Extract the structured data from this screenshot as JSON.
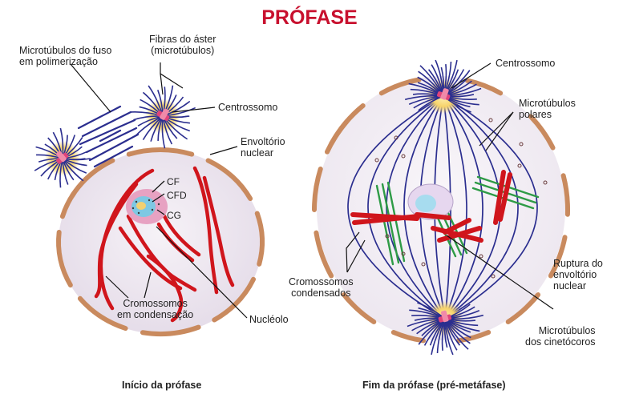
{
  "title": "PRÓFASE",
  "left_panel": {
    "caption": "Início da prófase",
    "labels": {
      "spindle_mt_line1": "Microtúbulos do fuso",
      "spindle_mt_line2": "em polimerização",
      "aster_line1": "Fibras do áster",
      "aster_line2": "(microtúbulos)",
      "centrosome": "Centrossomo",
      "envelope_line1": "Envoltório",
      "envelope_line2": "nuclear",
      "cf": "CF",
      "cfd": "CFD",
      "cg": "CG",
      "chrom_line1": "Cromossomos",
      "chrom_line2": "em condensação",
      "nucleolus": "Nucléolo"
    }
  },
  "right_panel": {
    "caption": "Fim da prófase (pré-metáfase)",
    "labels": {
      "centrosome": "Centrossomo",
      "polar_line1": "Microtúbulos",
      "polar_line2": "polares",
      "rupture_line1": "Ruptura do",
      "rupture_line2": "envoltório",
      "rupture_line3": "nuclear",
      "chrom_line1": "Cromossomos",
      "chrom_line2": "condensados",
      "kinet_line1": "Microtúbulos",
      "kinet_line2": "dos cinetócoros"
    }
  },
  "colors": {
    "title": "#c8102e",
    "microtubule": "#2b2e8f",
    "chromosome": "#d0151c",
    "envelope": "#c98a5e",
    "centrosome_glow": "#f6d36b",
    "centriole": "#e0447a",
    "kinetochore_mt": "#2e9b46",
    "nucleolus_pink": "#e7a2c2",
    "nucleolus_blue": "#7ec8e3",
    "cell_fill": "#ede6f0"
  }
}
